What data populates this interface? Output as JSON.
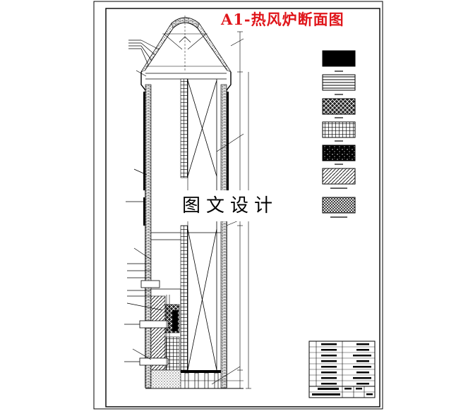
{
  "title": "A1-热风炉断面图",
  "watermark": "图文设计",
  "legend": {
    "swatches": [
      "solid-dark",
      "horizontal-lines",
      "crosshatch-dense",
      "grid",
      "speckled-dark",
      "diagonal-lines",
      "crosshatch-fine"
    ]
  },
  "colors": {
    "title": "#e0161b",
    "line": "#000000",
    "background": "#ffffff"
  }
}
